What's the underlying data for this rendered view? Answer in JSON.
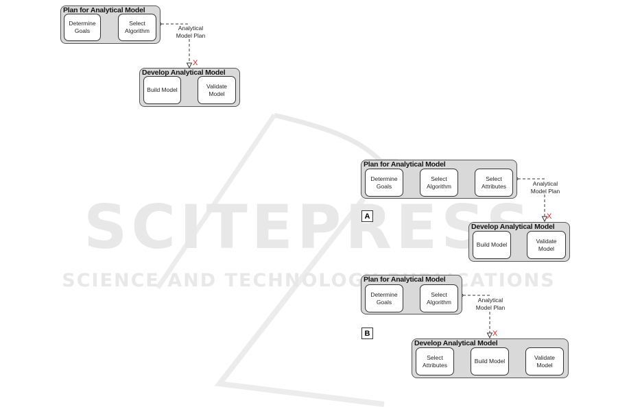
{
  "watermark": {
    "line1": "SCITEPRESS",
    "line2": "SCIENCE AND TECHNOLOGY PUBLICATIONS"
  },
  "diagram1": {
    "plan": {
      "title": "Plan for Analytical Model",
      "tasks": [
        "Determine\nGoals",
        "Select\nAlgorithm"
      ]
    },
    "flow_label": "Analytical\nModel Plan",
    "x_mark": "X",
    "develop": {
      "title": "Develop Analytical Model",
      "tasks": [
        "Build Model",
        "Validate\nModel"
      ]
    }
  },
  "diagramA": {
    "label": "A",
    "plan": {
      "title": "Plan for Analytical Model",
      "tasks": [
        "Determine\nGoals",
        "Select\nAlgorithm",
        "Select\nAttributes"
      ]
    },
    "flow_label": "Analytical\nModel Plan",
    "x_mark": "X",
    "develop": {
      "title": "Develop Analytical Model",
      "tasks": [
        "Build Model",
        "Validate\nModel"
      ]
    }
  },
  "diagramB": {
    "label": "B",
    "plan": {
      "title": "Plan for Analytical Model",
      "tasks": [
        "Determine\nGoals",
        "Select\nAlgorithm"
      ]
    },
    "flow_label": "Analytical\nModel Plan",
    "x_mark": "X",
    "develop": {
      "title": "Develop Analytical Model",
      "tasks": [
        "Select\nAttributes",
        "Build Model",
        "Validate\nModel"
      ]
    }
  }
}
